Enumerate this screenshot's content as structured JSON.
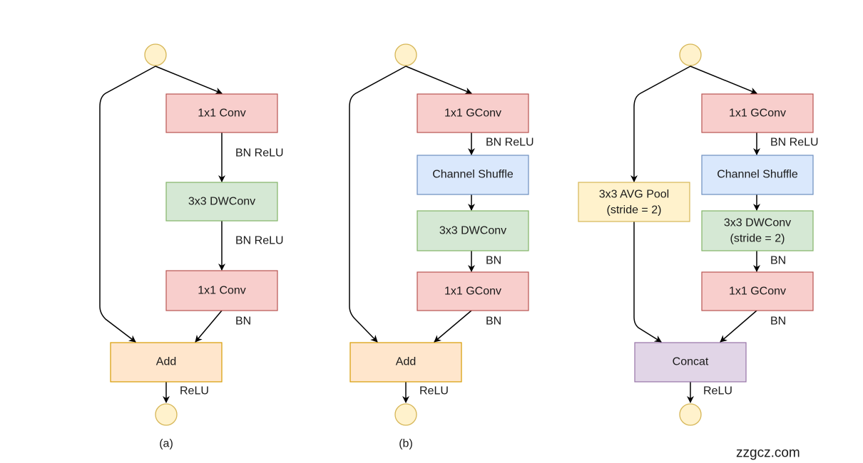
{
  "colors": {
    "conv_fill": "#f8cecc",
    "conv_stroke": "#b85450",
    "dw_fill": "#d5e8d4",
    "dw_stroke": "#82b366",
    "shuffle_fill": "#dae8fc",
    "shuffle_stroke": "#6c8ebf",
    "add_fill": "#ffe6cc",
    "add_stroke": "#d79b00",
    "pool_fill": "#fff2cc",
    "pool_stroke": "#d6b656",
    "concat_fill": "#e1d5e7",
    "concat_stroke": "#9673a6"
  },
  "unit_a": {
    "caption": "(a)",
    "conv1": "1x1 Conv",
    "edge1": "BN ReLU",
    "dwconv": "3x3 DWConv",
    "edge2": "BN ReLU",
    "conv2": "1x1 Conv",
    "edge3": "BN",
    "add": "Add",
    "edge4": "ReLU"
  },
  "unit_b": {
    "caption": "(b)",
    "gconv1": "1x1 GConv",
    "edge1": "BN ReLU",
    "shuffle": "Channel Shuffle",
    "dwconv": "3x3 DWConv",
    "edge2": "BN",
    "gconv2": "1x1 GConv",
    "edge3": "BN",
    "add": "Add",
    "edge4": "ReLU"
  },
  "unit_c": {
    "gconv1": "1x1 GConv",
    "edge1": "BN ReLU",
    "shuffle": "Channel Shuffle",
    "dwconv_line1": "3x3 DWConv",
    "dwconv_line2": "(stride = 2)",
    "edge2": "BN",
    "gconv2": "1x1 GConv",
    "edge3": "BN",
    "pool_line1": "3x3 AVG Pool",
    "pool_line2": "(stride = 2)",
    "concat": "Concat",
    "edge4": "ReLU"
  },
  "watermark": "zzgcz.com"
}
